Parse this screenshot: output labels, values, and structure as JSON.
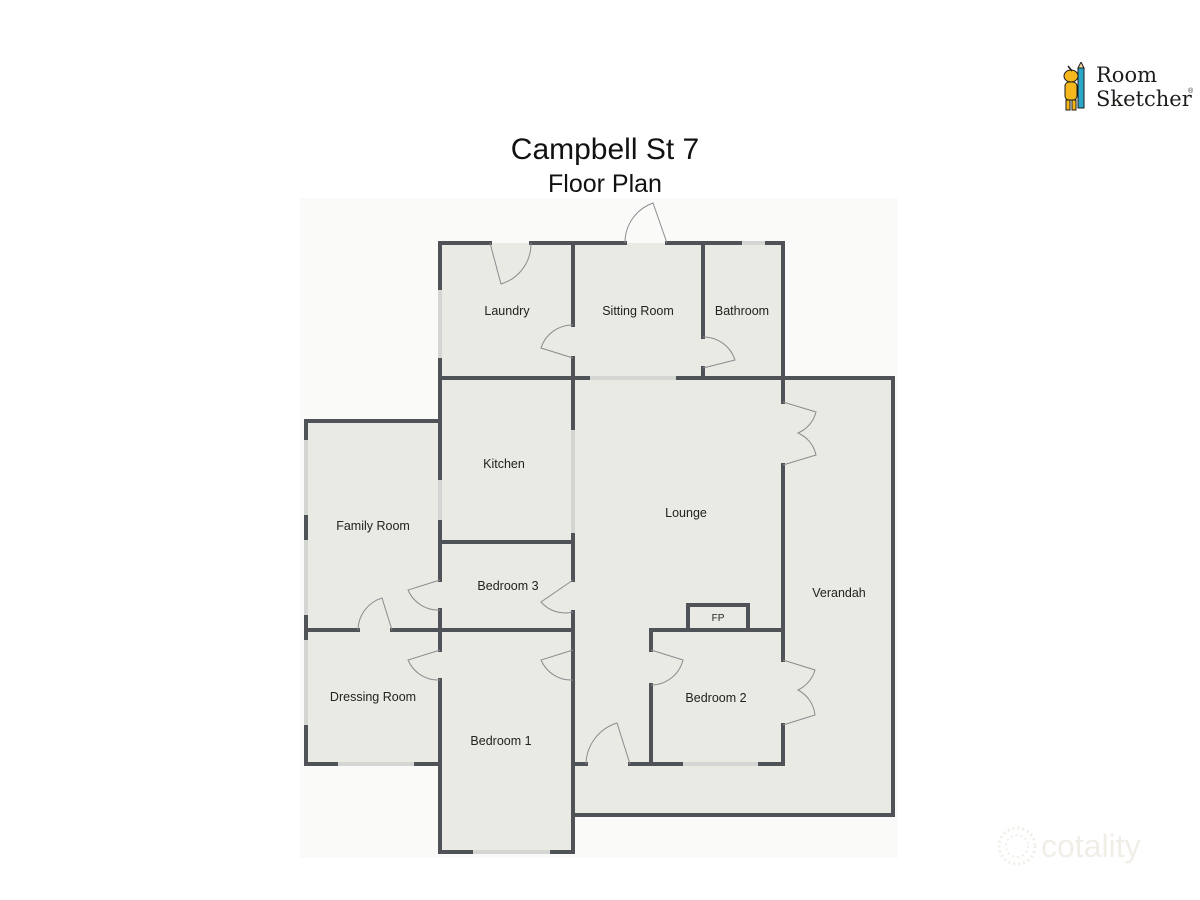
{
  "header": {
    "title": "Campbell St 7",
    "subtitle": "Floor Plan"
  },
  "logo": {
    "line1": "Room",
    "line2": "Sketcher",
    "registered": "®"
  },
  "watermark": {
    "text": "cotality"
  },
  "rooms": {
    "laundry": "Laundry",
    "sitting_room": "Sitting Room",
    "bathroom": "Bathroom",
    "kitchen": "Kitchen",
    "lounge": "Lounge",
    "family_room": "Family Room",
    "bedroom3": "Bedroom 3",
    "verandah": "Verandah",
    "fireplace": "FP",
    "dressing_room": "Dressing Room",
    "bedroom1": "Bedroom 1",
    "bedroom2": "Bedroom 2"
  },
  "colors": {
    "wall": "#4f5257",
    "floor": "#e9eae3",
    "window": "#d3d6d3",
    "background_panel": "#fafaf9"
  }
}
